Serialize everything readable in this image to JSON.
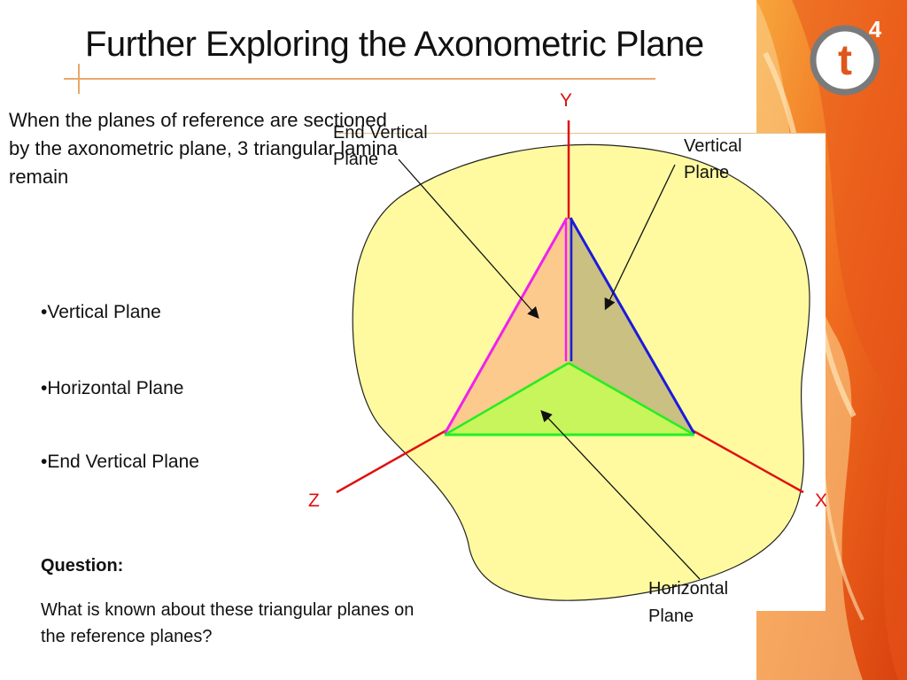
{
  "title": "Further Exploring the Axonometric Plane",
  "intro_text": "When the planes of reference are sectioned by the axonometric plane, 3 triangular lamina remain",
  "bullets": [
    "•Vertical Plane",
    "•Horizontal Plane",
    "•End Vertical Plane"
  ],
  "question": {
    "heading": "Question:",
    "text": "What is known about these triangular planes on the reference planes?"
  },
  "logo": {
    "letter": "t",
    "superscript": "4"
  },
  "diagram": {
    "axes": {
      "y": "Y",
      "x": "X",
      "z": "Z"
    },
    "labels": {
      "end_vertical_1": "End Vertical",
      "end_vertical_2": "Plane",
      "vertical_1": "Vertical",
      "vertical_2": "Plane",
      "horizontal_1": "Horizontal",
      "horizontal_2": "Plane"
    },
    "colors": {
      "blob": "#fffaa0",
      "axes": "#e01010",
      "end_vertical_fill": "#fdca8e",
      "end_vertical_edge": "#ee22ee",
      "vertical_fill": "#c9c082",
      "vertical_edge": "#1a1adb",
      "horizontal_fill": "#c8f55c",
      "horizontal_edge": "#22ee22"
    }
  }
}
